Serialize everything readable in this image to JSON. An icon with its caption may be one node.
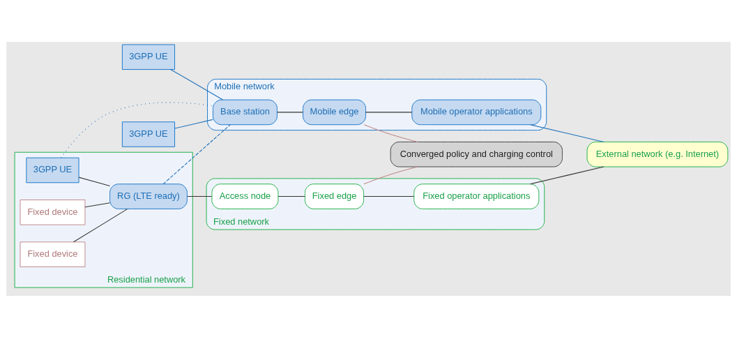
{
  "diagram": {
    "nodes": [
      {
        "text": [
          "3GPP UE"
        ]
      },
      {
        "text": [
          "3GPP UE"
        ]
      },
      {
        "text": [
          "Mobile network"
        ]
      },
      {
        "text": [
          "Base station"
        ],
        "in": 2
      },
      {
        "text": [
          "Mobile edge"
        ],
        "in": 2
      },
      {
        "text": [
          "Mobile operator applications"
        ],
        "in": 2
      },
      {
        "text": [
          "Converged policy and charging control"
        ]
      },
      {
        "text": [
          "External network (e.g. Internet)"
        ]
      },
      {
        "text": [
          "Residential network"
        ]
      },
      {
        "text": [
          "3GPP UE"
        ],
        "in": 8
      },
      {
        "text": [
          "Fixed device"
        ],
        "in": 8
      },
      {
        "text": [
          "Fixed device"
        ],
        "in": 8
      },
      {
        "text": [
          "RG (LTE ready)"
        ],
        "in": 8
      },
      {
        "text": [
          "Fixed network"
        ]
      },
      {
        "text": [
          "Access node"
        ],
        "in": 13
      },
      {
        "text": [
          "Fixed edge"
        ],
        "in": 13
      },
      {
        "text": [
          "Fixed operator applications"
        ],
        "in": 13
      }
    ],
    "edges": [
      {
        "from": 0,
        "to": 3,
        "arrow": "none",
        "color": "#1f70b8"
      },
      {
        "from": 1,
        "to": 3,
        "arrow": "none",
        "color": "#1f70b8"
      },
      {
        "from": 9,
        "to": 3,
        "arrow": "none",
        "style": "dashed",
        "color": "#1f70b8"
      },
      {
        "from": 12,
        "to": 3,
        "arrow": "none",
        "style": "dashed",
        "color": "#1f70b8"
      },
      {
        "from": 3,
        "to": 4,
        "arrow": "none"
      },
      {
        "from": 4,
        "to": 5,
        "arrow": "none"
      },
      {
        "from": 5,
        "to": 7,
        "arrow": "none",
        "color": "#1f70b8"
      },
      {
        "from": 4,
        "to": 6,
        "arrow": "none",
        "color": "#c08a8a"
      },
      {
        "from": 6,
        "to": 15,
        "arrow": "none",
        "color": "#c08a8a"
      },
      {
        "from": 9,
        "to": 12,
        "arrow": "none"
      },
      {
        "from": 10,
        "to": 12,
        "arrow": "none"
      },
      {
        "from": 11,
        "to": 12,
        "arrow": "none"
      },
      {
        "from": 12,
        "to": 14,
        "arrow": "none"
      },
      {
        "from": 14,
        "to": 15,
        "arrow": "none"
      },
      {
        "from": 15,
        "to": 16,
        "arrow": "none"
      },
      {
        "from": 16,
        "to": 7,
        "arrow": "none"
      }
    ]
  }
}
